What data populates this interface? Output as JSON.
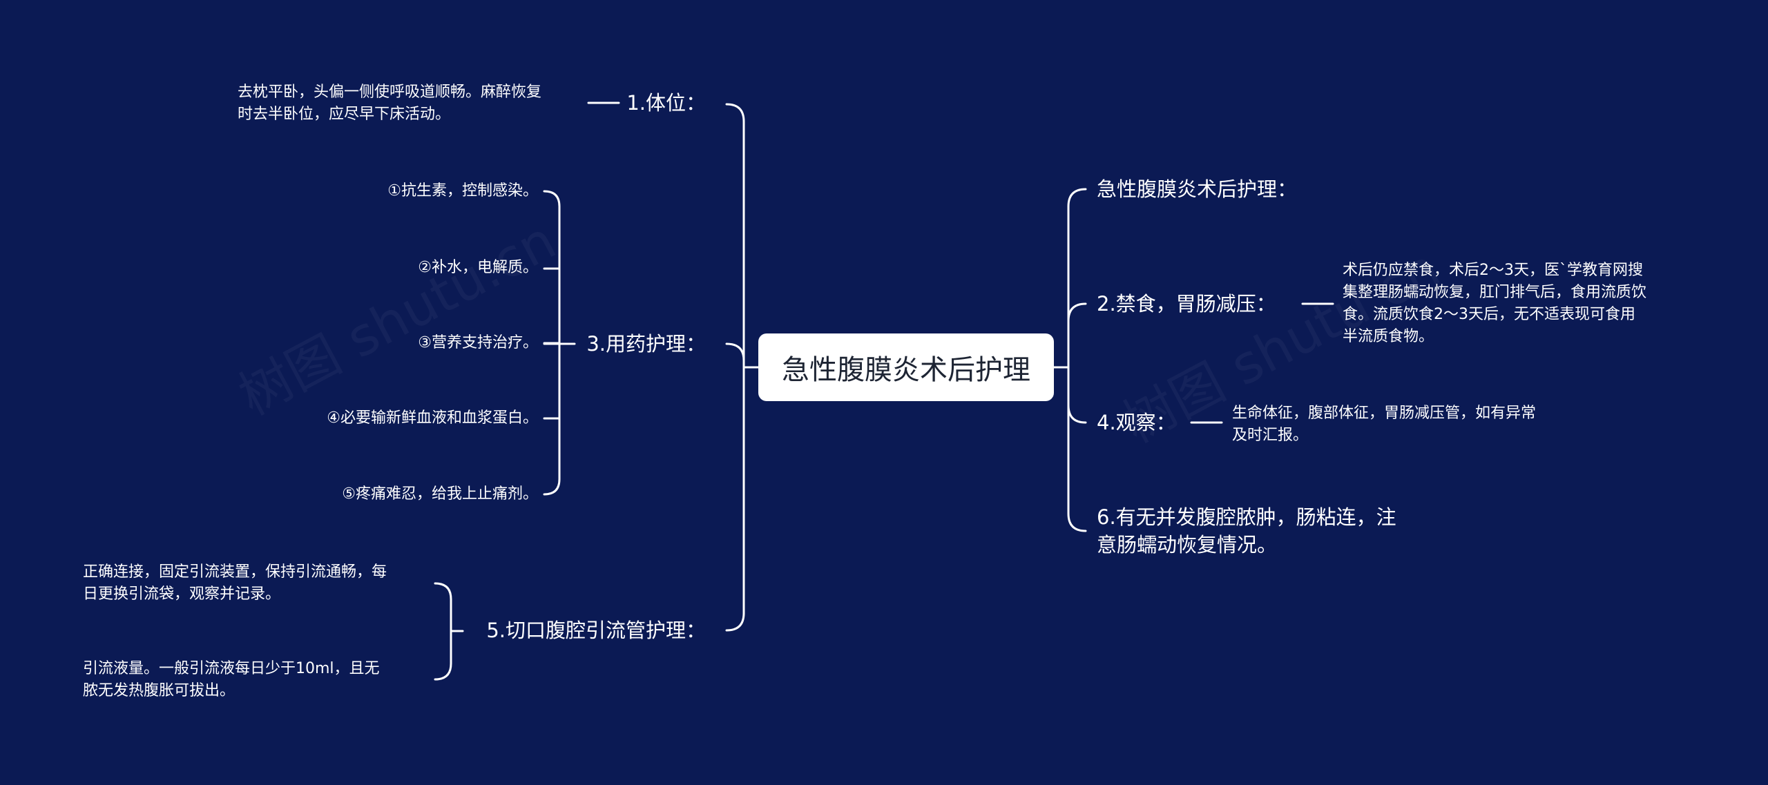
{
  "root": {
    "label": "急性腹膜炎术后护理"
  },
  "left": {
    "b1": {
      "label": "1.体位：",
      "leaf": [
        "去枕平卧，头偏一侧使呼吸道顺畅。麻醉恢复",
        "时去半卧位，应尽早下床活动。"
      ]
    },
    "b3": {
      "label": "3.用药护理：",
      "items": [
        "①抗生素，控制感染。",
        "②补水，电解质。",
        "③营养支持治疗。",
        "④必要输新鲜血液和血浆蛋白。",
        "⑤疼痛难忍，给我上止痛剂。"
      ]
    },
    "b5": {
      "label": "5.切口腹腔引流管护理：",
      "items": [
        [
          "正确连接，固定引流装置，保持引流通畅，每",
          "日更换引流袋，观察并记录。"
        ],
        [
          "引流液量。一般引流液每日少于10ml，且无",
          "脓无发热腹胀可拔出。"
        ]
      ]
    }
  },
  "right": {
    "b0": {
      "label": "急性腹膜炎术后护理："
    },
    "b2": {
      "label": "2.禁食，胃肠减压：",
      "leaf": [
        "术后仍应禁食，术后2～3天，医`学教育网搜",
        "集整理肠蠕动恢复，肛门排气后，食用流质饮",
        "食。流质饮食2～3天后，无不适表现可食用",
        "半流质食物。"
      ]
    },
    "b4": {
      "label": "4.观察：",
      "leaf": [
        "生命体征，腹部体征，胃肠减压管，如有异常",
        "及时汇报。"
      ]
    },
    "b6": {
      "label": [
        "6.有无并发腹腔脓肿，肠粘连，注",
        "意肠蠕动恢复情况。"
      ]
    }
  },
  "watermarks": [
    "树图 shutu.cn",
    "树图 shutu.cn"
  ],
  "colors": {
    "background": "#0b1a54",
    "line": "#ffffff",
    "root_fill": "#ffffff",
    "root_text": "#1d2433"
  }
}
